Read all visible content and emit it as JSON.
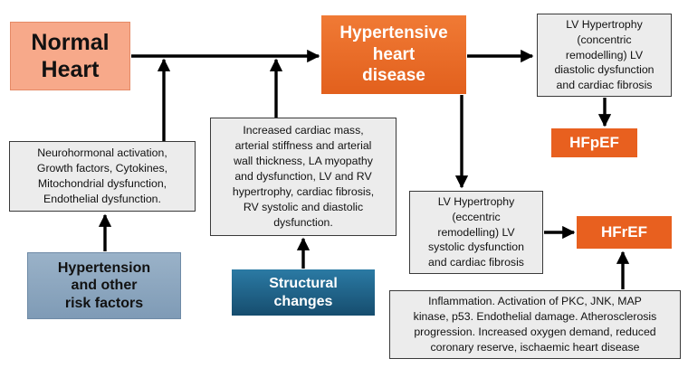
{
  "nodes": {
    "normal_heart": "Normal\nHeart",
    "hypertensive_heart_disease": "Hypertensive\nheart\ndisease",
    "neurohormonal": "Neurohormonal activation,\nGrowth factors, Cytokines,\nMitochondrial dysfunction,\nEndothelial dysfunction.",
    "hypertension_risk": "Hypertension\nand other\nrisk factors",
    "structural_details": "Increased cardiac mass,\narterial stiffness and arterial\nwall thickness, LA myopathy\nand dysfunction,  LV and RV\nhypertrophy, cardiac fibrosis,\nRV  systolic and diastolic\ndysfunction.",
    "structural_changes": "Structural\nchanges",
    "lv_concentric": "LV Hypertrophy\n(concentric\nremodelling) LV\ndiastolic dysfunction\nand cardiac fibrosis",
    "hfpef": "HFpEF",
    "lv_eccentric": "LV Hypertrophy\n(eccentric\nremodelling) LV\nsystolic dysfunction\nand cardiac fibrosis",
    "hfref": "HFrEF",
    "inflammation": "Inflammation.  Activation of PKC, JNK, MAP\nkinase, p53. Endothelial damage. Atherosclerosis\nprogression. Increased oxygen demand, reduced\ncoronary reserve, ischaemic heart disease"
  },
  "colors": {
    "normal_heart": "#f7a98a",
    "hypertensive": "#ea6a26",
    "hf_boxes": "#e8601f",
    "hypertension_box": "#8aa4be",
    "structural_box": "#1e5f85",
    "info_boxes": "#ececec",
    "arrows": "#000000"
  }
}
